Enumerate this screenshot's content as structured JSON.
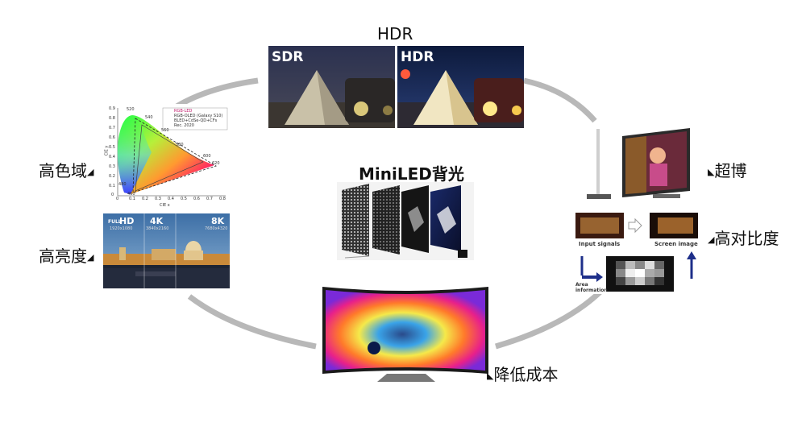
{
  "center": {
    "title": "MiniLED背光"
  },
  "features": {
    "hdr": {
      "label": "HDR",
      "sdr_tag": "SDR",
      "hdr_tag": "HDR"
    },
    "color_gamut": {
      "label": "高色域",
      "legend": [
        "RGB-LED",
        "RGB-OLED (Galaxy S10)",
        "BLED+CdSe-QD+CFs",
        "Rec. 2020"
      ],
      "wavelengths": [
        "520",
        "540",
        "560",
        "580",
        "600",
        "620",
        "480",
        "460"
      ],
      "x_ticks": [
        "0",
        "0.1",
        "0.2",
        "0.3",
        "0.4",
        "0.5",
        "0.6",
        "0.7",
        "0.8"
      ],
      "y_ticks": [
        "0.9",
        "0.8",
        "0.7",
        "0.6",
        "0.5",
        "0.4",
        "0.3",
        "0.2",
        "0.1",
        "0"
      ],
      "xlabel": "CIE x",
      "ylabel": "CIE y"
    },
    "brightness": {
      "label": "高亮度",
      "res": [
        {
          "tag": "HD",
          "prefix": "FULL",
          "sub": "1920x1080"
        },
        {
          "tag": "4K",
          "prefix": "",
          "sub": "3840x2160"
        },
        {
          "tag": "8K",
          "prefix": "",
          "sub": "7680x4320"
        }
      ]
    },
    "ultrathin": {
      "label": "超博"
    },
    "contrast": {
      "label": "高对比度",
      "input_signals": "Input signals",
      "screen_image": "Screen image",
      "area_information": "Area information"
    },
    "low_cost": {
      "label": "降低成本"
    }
  },
  "colors": {
    "ring": "#b8b8b8",
    "arrow": "#1e2f8a"
  }
}
